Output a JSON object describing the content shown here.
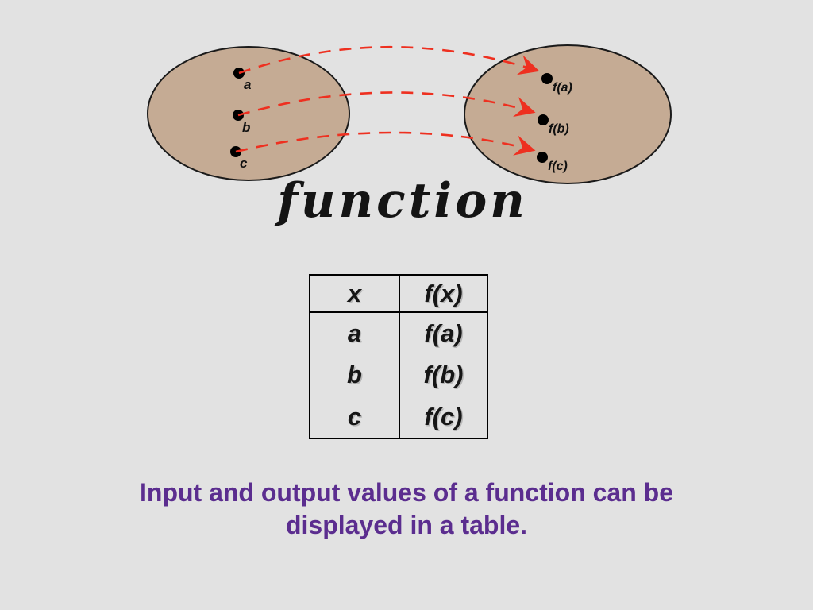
{
  "page": {
    "background_color": "#e2e2e2"
  },
  "diagram": {
    "caption": "function",
    "arrow_color": "#ee3020",
    "set_fill_color": "#c5ab94",
    "set_stroke_color": "#1a1a1a",
    "domain_set": {
      "points": [
        {
          "label": "a"
        },
        {
          "label": "b"
        },
        {
          "label": "c"
        }
      ]
    },
    "range_set": {
      "points": [
        {
          "label": "f(a)"
        },
        {
          "label": "f(b)"
        },
        {
          "label": "f(c)"
        }
      ]
    }
  },
  "table": {
    "headers": [
      "x",
      "f(x)"
    ],
    "rows": [
      [
        "a",
        "f(a)"
      ],
      [
        "b",
        "f(b)"
      ],
      [
        "c",
        "f(c)"
      ]
    ]
  },
  "footer": {
    "line1": "Input and output values of a function can be",
    "line2": "displayed in a table.",
    "text_color": "#5b2d8f"
  }
}
